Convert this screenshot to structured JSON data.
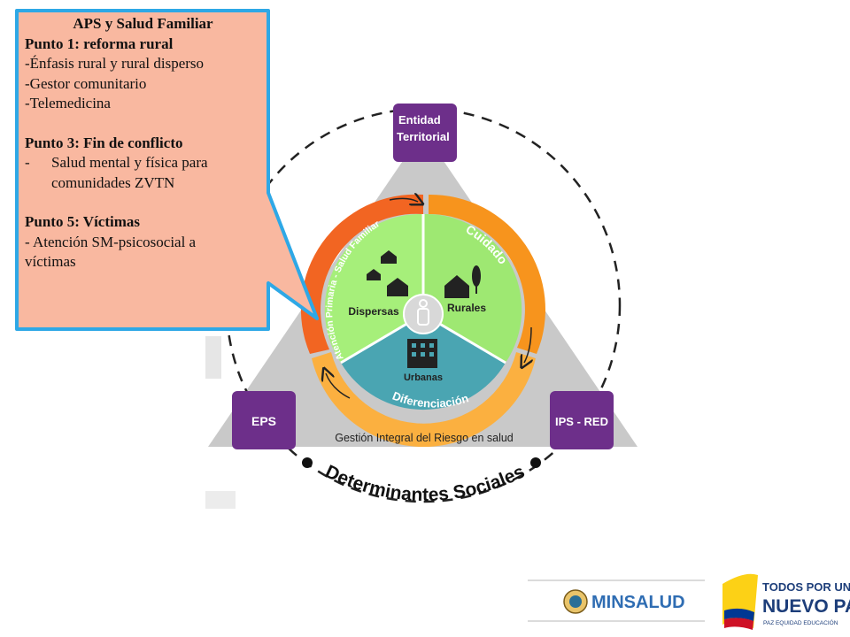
{
  "callout": {
    "title": "APS y Salud Familiar",
    "p1_heading": "Punto 1: reforma rural",
    "p1_items": [
      "-Énfasis rural y rural disperso",
      "-Gestor comunitario",
      "-Telemedicina"
    ],
    "p3_heading": "Punto 3: Fin de conflicto",
    "p3_dash": "-",
    "p3_item_line1": "Salud mental y física para",
    "p3_item_line2": "comunidades ZVTN",
    "p5_heading": "Punto 5: Víctimas",
    "p5_item_line1": "- Atención SM-psicosocial a",
    "p5_item_line2": "víctimas"
  },
  "diagram": {
    "entidad_line1": "Entidad",
    "entidad_line2": "Territorial",
    "eps": "EPS",
    "ips": "IPS - RED",
    "gestion": "Gestión Integral del Riesgo en salud",
    "determinantes": "Determinantes Sociales",
    "ring_aps": "Atención Primaria - Salud Familiar",
    "ring_cuidado": "Cuidado",
    "ring_diferenciacion": "Diferenciación",
    "sector_dispersas": "Dispersas",
    "sector_rurales": "Rurales",
    "sector_urbanas": "Urbanas"
  },
  "logos": {
    "minsalud": "MINSALUD",
    "tpun_line1": "TODOS POR UN",
    "tpun_line2": "NUEVO PAÍS",
    "tpun_line3": "PAZ  EQUIDAD  EDUCACIÓN"
  },
  "colors": {
    "purple": "#6d2f8a",
    "triangle": "#c9c9c9",
    "orange_dark": "#f26522",
    "orange": "#f7941d",
    "orange_light": "#fbb040",
    "green": "#a6ef7a",
    "teal": "#4aa5b2",
    "callout_fill": "#f9b8a0",
    "callout_border": "#2ea8e6"
  }
}
